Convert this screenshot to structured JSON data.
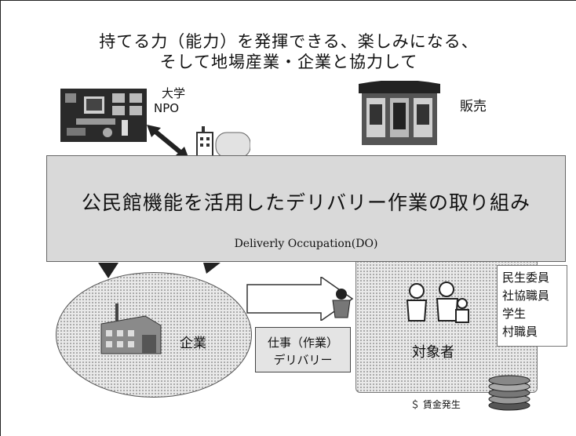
{
  "title": {
    "line1": "持てる力（能力）を発揮できる、楽しみになる、",
    "line2": "そして地場産業・企業と協力して"
  },
  "labels": {
    "university": "大学",
    "npo": "NPO",
    "sales": "販売",
    "company": "企業",
    "target": "対象者"
  },
  "banner": {
    "main": "公民館機能を活用したデリバリー作業の取り組み",
    "sub": "Deliverly Occupation(DO)"
  },
  "work_box": {
    "line1": "仕事（作業）",
    "line2": "デリバリー"
  },
  "roles": [
    "民生委員",
    "社協職員",
    "学生",
    "村職員"
  ],
  "wage": "＄ 賃金発生"
}
